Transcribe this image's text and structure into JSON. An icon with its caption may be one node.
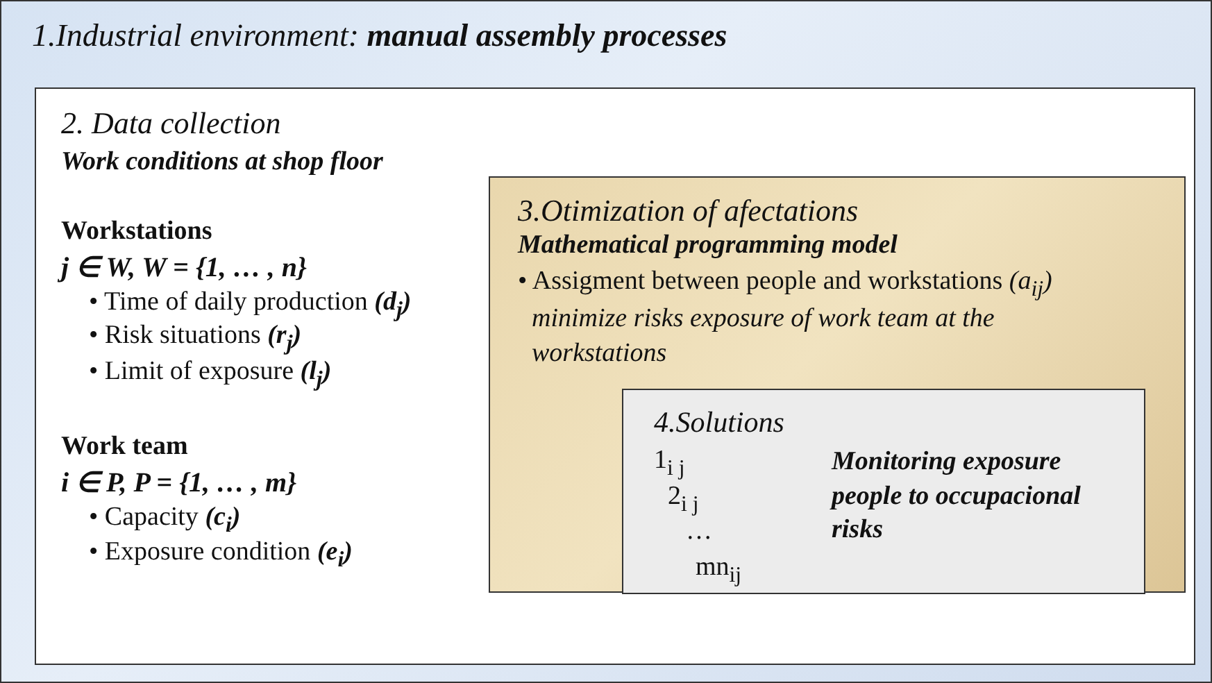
{
  "diagram": {
    "nodes": [
      {
        "text": [
          "1.Industrial environment: **manual assembly processes**"
        ]
      },
      {
        "text": [
          "2. Data collection",
          "Work conditions at shop floor",
          "Workstations",
          "j ∈ W, W = {1, … , n}",
          "• Time of daily production *(d$_{j}$)*",
          "• Risk situations *(r$_{j}$)*",
          "• Limit of exposure *(l$_{j}$)*",
          "Work team",
          "i ∈ P,  P =  {1, … , m}",
          "• Capacity *(c$_{i}$)*",
          "• Exposure condition *(e$_{i}$)*"
        ],
        "in": 0
      },
      {
        "text": [
          "3.Otimization of afectations",
          "Mathematical programming model",
          "• Assigment between people and workstations *(a$_{ij}$)*",
          "minimize risks exposure of work team at the workstations"
        ],
        "in": 1
      },
      {
        "text": [
          "4.Solutions",
          "1$_{i j}$",
          "2$_{i j}$",
          "…",
          "mn$_{ij}$",
          "Monitoring exposure people to occupacional risks"
        ],
        "in": 2
      }
    ]
  }
}
